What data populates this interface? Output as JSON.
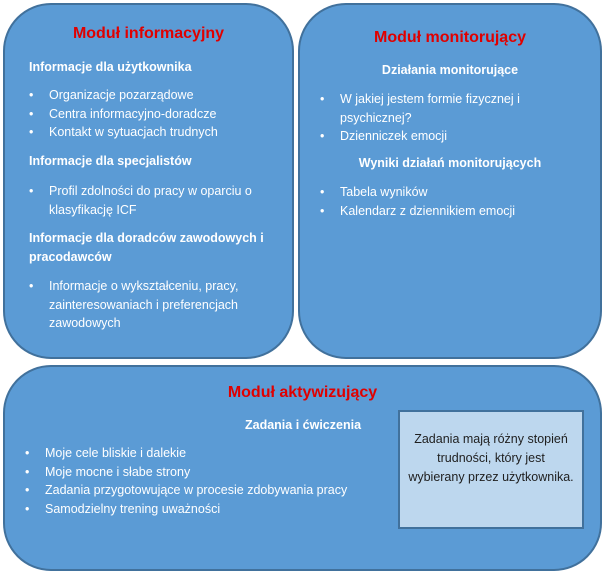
{
  "info": {
    "title": "Moduł informacyjny",
    "sections": [
      {
        "heading": "Informacje dla użytkownika",
        "items": [
          "Organizacje pozarządowe",
          "Centra informacyjno-doradcze",
          "Kontakt w sytuacjach trudnych"
        ]
      },
      {
        "heading": "Informacje dla specjalistów",
        "items": [
          "Profil zdolności do pracy w oparciu o klasyfikację ICF"
        ]
      },
      {
        "heading": "Informacje dla doradców zawodowych i pracodawców",
        "items": [
          "Informacje o wykształceniu, pracy, zainteresowaniach i preferencjach zawodowych"
        ]
      }
    ]
  },
  "monitor": {
    "title": "Moduł monitorujący",
    "sections": [
      {
        "heading": "Działania monitorujące",
        "items": [
          "W jakiej jestem formie fizycznej i psychicznej?",
          "Dzienniczek emocji"
        ]
      },
      {
        "heading": "Wyniki działań monitorujących",
        "items": [
          "Tabela wyników",
          "Kalendarz z dziennikiem emocji"
        ]
      }
    ]
  },
  "activ": {
    "title": "Moduł aktywizujący",
    "heading": "Zadania i ćwiczenia",
    "items": [
      "Moje cele bliskie i dalekie",
      "Moje mocne i słabe strony",
      "Zadania przygotowujące w procesie zdobywania pracy",
      "Samodzielny trening uważności"
    ],
    "note": "Zadania mają różny stopień trudności, który jest wybierany przez użytkownika."
  }
}
